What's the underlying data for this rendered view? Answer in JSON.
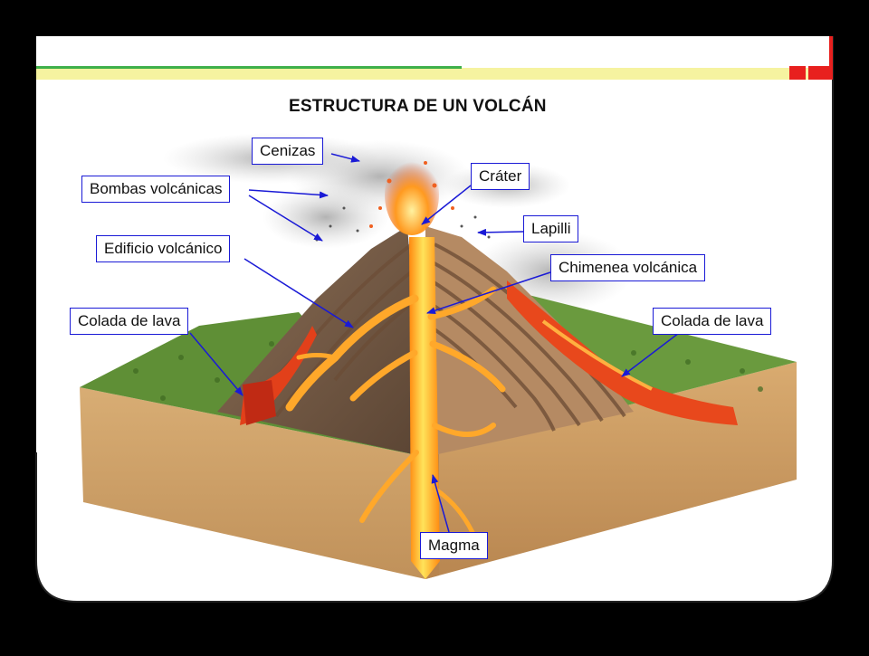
{
  "title": "ESTRUCTURA DE UN VOLCÁN",
  "labels": {
    "cenizas": "Cenizas",
    "bombas": "Bombas volcánicas",
    "crater": "Cráter",
    "lapilli": "Lapilli",
    "edificio": "Edificio volcánico",
    "chimenea": "Chimenea volcánica",
    "colada_izq": "Colada de lava",
    "colada_der": "Colada de lava",
    "magma": "Magma"
  },
  "colors": {
    "slide_background": "#ffffff",
    "label_border": "#1a1ad6",
    "arrow": "#1a1ad6",
    "header_yellow": "#f6f3a0",
    "header_green": "#3fb04a",
    "header_red": "#e8201e",
    "lava": "#ff9a1a",
    "soil": "#d4a56a",
    "grass": "#5f8f36"
  }
}
